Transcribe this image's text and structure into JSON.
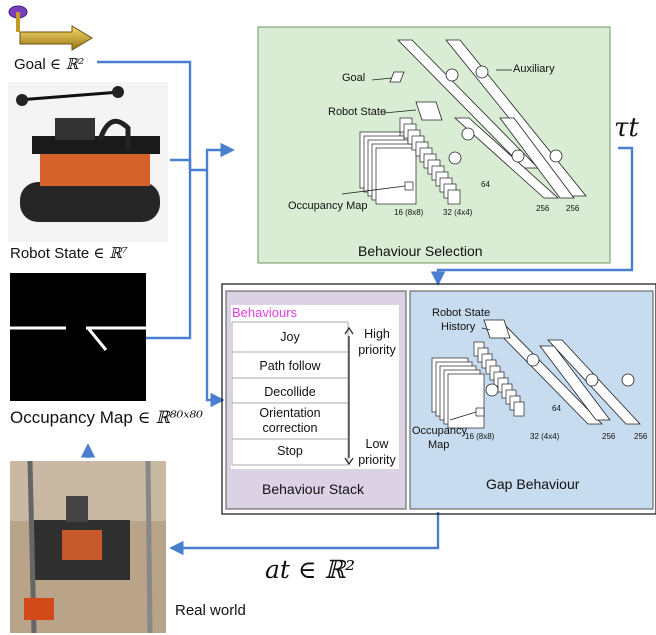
{
  "goal": {
    "label": "Goal",
    "math": "∈ ℝ²"
  },
  "robot_state": {
    "label": "Robot State",
    "math": "∈ ℝ⁷"
  },
  "occupancy_map": {
    "label": "Occupancy Map",
    "math": "∈ ℝ⁸⁰ˣ⁸⁰"
  },
  "real_world": {
    "label": "Real world"
  },
  "tau": "τt",
  "action": "at ∈ ℝ²",
  "behaviour_selection": {
    "title": "Behaviour Selection",
    "inputs": {
      "goal": "Goal",
      "robot_state": "Robot State",
      "occupancy_map": "Occupancy Map",
      "auxiliary": "Auxiliary"
    },
    "dims": {
      "conv1": "16 (8x8)",
      "conv2": "32 (4x4)",
      "d64": "64",
      "d256a": "256",
      "d256b": "256"
    }
  },
  "behaviour_stack": {
    "title": "Behaviour Stack",
    "header": "Behaviours",
    "items": [
      "Joy",
      "Path follow",
      "Decollide",
      "Orientation correction",
      "Stop"
    ],
    "high_priority": "High priority",
    "low_priority": "Low priority"
  },
  "gap_behaviour": {
    "title": "Gap Behaviour",
    "robot_state_history": [
      "Robot State",
      "History"
    ],
    "occupancy_map": [
      "Occupancy",
      "Map"
    ],
    "dims": {
      "conv1": "16 (8x8)",
      "conv2": "32 (4x4)",
      "d64": "64",
      "d256a": "256",
      "d256b": "256"
    }
  },
  "colors": {
    "arrow": "#4a7fd0",
    "selection_bg": "#d9ecd4",
    "stack_bg": "#dcd2e6",
    "gap_bg": "#c8dcef",
    "behaviours_header": "#e040e0"
  }
}
